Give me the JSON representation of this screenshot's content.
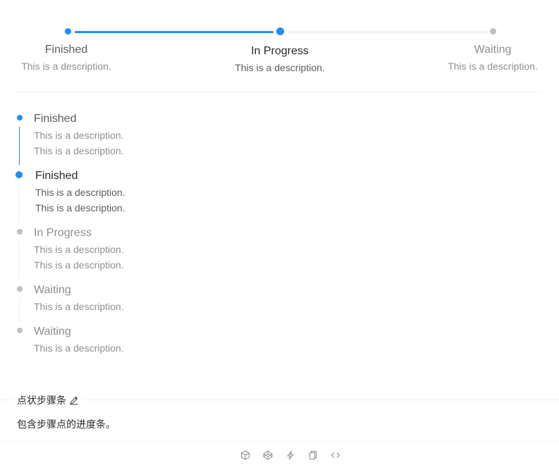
{
  "colors": {
    "primary": "#1890ff",
    "waiting": "#bfbfbf",
    "finished_text": "rgba(0,0,0,0.65)",
    "active_text": "rgba(0,0,0,0.85)",
    "muted_text": "rgba(0,0,0,0.45)"
  },
  "horizontal_steps": [
    {
      "title": "Finished",
      "description": "This is a description.",
      "status": "finish"
    },
    {
      "title": "In Progress",
      "description": "This is a description.",
      "status": "process"
    },
    {
      "title": "Waiting",
      "description": "This is a description.",
      "status": "wait"
    }
  ],
  "vertical_steps": [
    {
      "title": "Finished",
      "descriptions": [
        "This is a description.",
        "This is a description."
      ],
      "status": "finish"
    },
    {
      "title": "Finished",
      "descriptions": [
        "This is a description.",
        "This is a description."
      ],
      "status": "process"
    },
    {
      "title": "In Progress",
      "descriptions": [
        "This is a description.",
        "This is a description."
      ],
      "status": "wait"
    },
    {
      "title": "Waiting",
      "descriptions": [
        "This is a description."
      ],
      "status": "wait"
    },
    {
      "title": "Waiting",
      "descriptions": [
        "This is a description."
      ],
      "status": "wait"
    }
  ],
  "demo": {
    "title": "点状步骤条",
    "description": "包含步骤点的进度条。",
    "edit_icon": "edit-icon",
    "actions": [
      "codesandbox-icon",
      "codepen-icon",
      "riddle-icon",
      "copy-icon",
      "code-icon"
    ]
  }
}
